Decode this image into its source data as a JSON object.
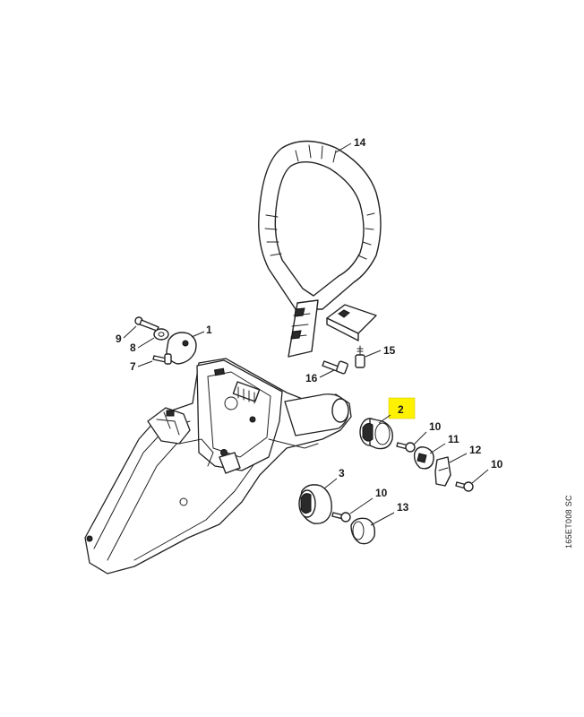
{
  "diagram": {
    "highlighted_part": "2",
    "highlight_color": "#fff200",
    "line_color": "#222222"
  },
  "callouts": {
    "c1": "1",
    "c2": "2",
    "c3": "3",
    "c7": "7",
    "c8": "8",
    "c9": "9",
    "c10a": "10",
    "c10b": "10",
    "c10c": "10",
    "c11": "11",
    "c12": "12",
    "c13": "13",
    "c14": "14",
    "c15": "15",
    "c16": "16"
  },
  "reference_code": "165ET008 SC"
}
